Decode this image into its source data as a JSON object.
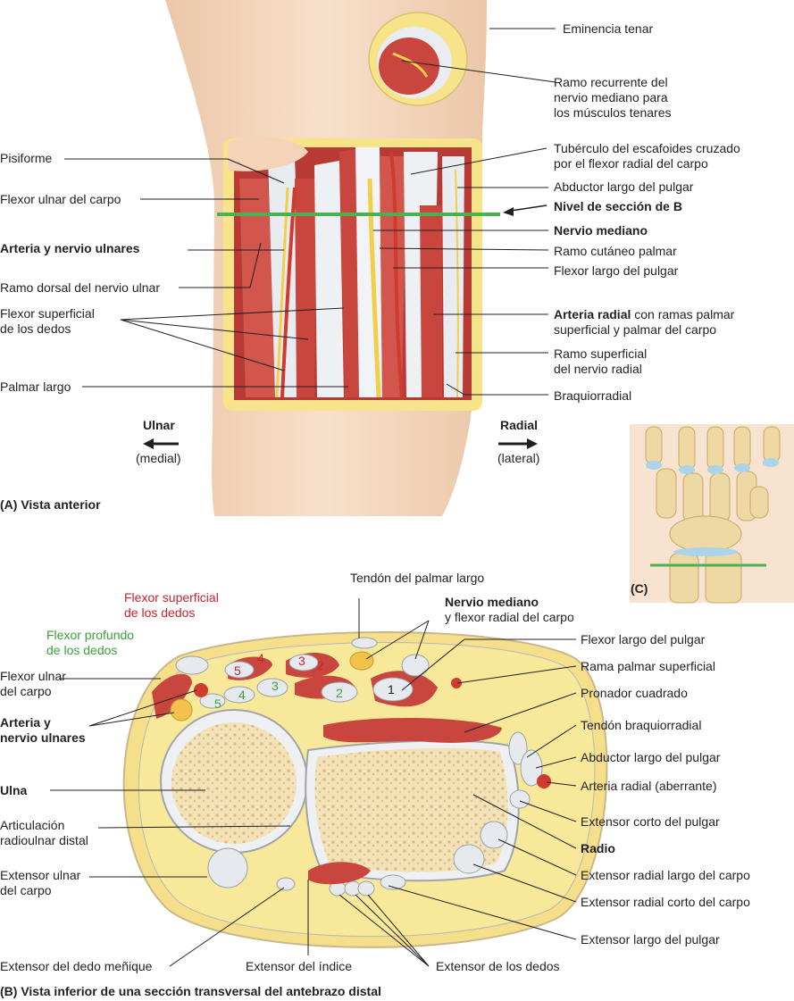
{
  "labels": {
    "eminencia_tenar": "Eminencia tenar",
    "ramo_recurrente": [
      "Ramo recurrente del",
      "nervio mediano para",
      "los músculos tenares"
    ],
    "tuberculo": [
      "Tubérculo del escafoides cruzado",
      "por el flexor radial del carpo"
    ],
    "abductor_largo_a": "Abductor largo del pulgar",
    "nivel_seccion": "Nivel de sección de B",
    "nervio_mediano_a": "Nervio mediano",
    "ramo_cutaneo": "Ramo cutáneo palmar",
    "flexor_largo_pulgar_a": "Flexor largo del pulgar",
    "arteria_radial_a": [
      "Arteria radial",
      " con ramas palmar",
      "superficial y palmar del carpo"
    ],
    "ramo_superficial": [
      "Ramo superficial",
      "del nervio radial"
    ],
    "braquiorradial": "Braquiorradial",
    "pisiforme": "Pisiforme",
    "flexor_ulnar_a": "Flexor ulnar del carpo",
    "arteria_nervio_ulnares_a": "Arteria y nervio ulnares",
    "ramo_dorsal": "Ramo dorsal del nervio ulnar",
    "flexor_superficial_a": [
      "Flexor superficial",
      "de los dedos"
    ],
    "palmar_largo": "Palmar largo",
    "ulnar": "Ulnar",
    "medial": "(medial)",
    "radial": "Radial",
    "lateral": "(lateral)",
    "vista_anterior": "(A) Vista anterior",
    "c_label": "(C)",
    "tendon_palmar_largo": "Tendón del palmar largo",
    "nervio_mediano_b": [
      "Nervio mediano",
      "y flexor radial del carpo"
    ],
    "flexor_superficial_b": [
      "Flexor superficial",
      "de los dedos"
    ],
    "flexor_profundo_b": [
      "Flexor profundo",
      "de los dedos"
    ],
    "flexor_ulnar_b": [
      "Flexor ulnar",
      "del carpo"
    ],
    "arteria_nervio_ulnares_b": [
      "Arteria y",
      "nervio ulnares"
    ],
    "ulna": "Ulna",
    "articulacion": [
      "Articulación",
      "radioulnar distal"
    ],
    "extensor_ulnar": [
      "Extensor ulnar",
      "del carpo"
    ],
    "extensor_menique": "Extensor del dedo meñique",
    "extensor_indice": "Extensor del índice",
    "extensor_dedos": "Extensor de los dedos",
    "flexor_largo_pulgar_b": "Flexor largo del pulgar",
    "rama_palmar": "Rama palmar superficial",
    "pronador": "Pronador cuadrado",
    "tendon_braquio": "Tendón braquiorradial",
    "abductor_largo_b": "Abductor largo del pulgar",
    "arteria_radial_b": "Arteria radial (aberrante)",
    "extensor_corto": "Extensor corto del pulgar",
    "radio": "Radio",
    "extensor_radial_largo": "Extensor radial largo del carpo",
    "extensor_radial_corto": "Extensor radial corto del carpo",
    "extensor_largo_pulgar": "Extensor largo del pulgar",
    "vista_inferior": "(B) Vista inferior de una sección transversal del antebrazo distal",
    "num": [
      "1",
      "2",
      "3",
      "4",
      "5",
      "2",
      "3",
      "4",
      "5"
    ]
  },
  "colors": {
    "skin": "#f4dcc6",
    "muscle": "#c8463e",
    "tendon": "#e8ecf0",
    "fat": "#f6e38a",
    "bone": "#f3e2b8",
    "green_line": "#4caf50",
    "red_text": "#c8242b",
    "green_text": "#3aa23a"
  }
}
